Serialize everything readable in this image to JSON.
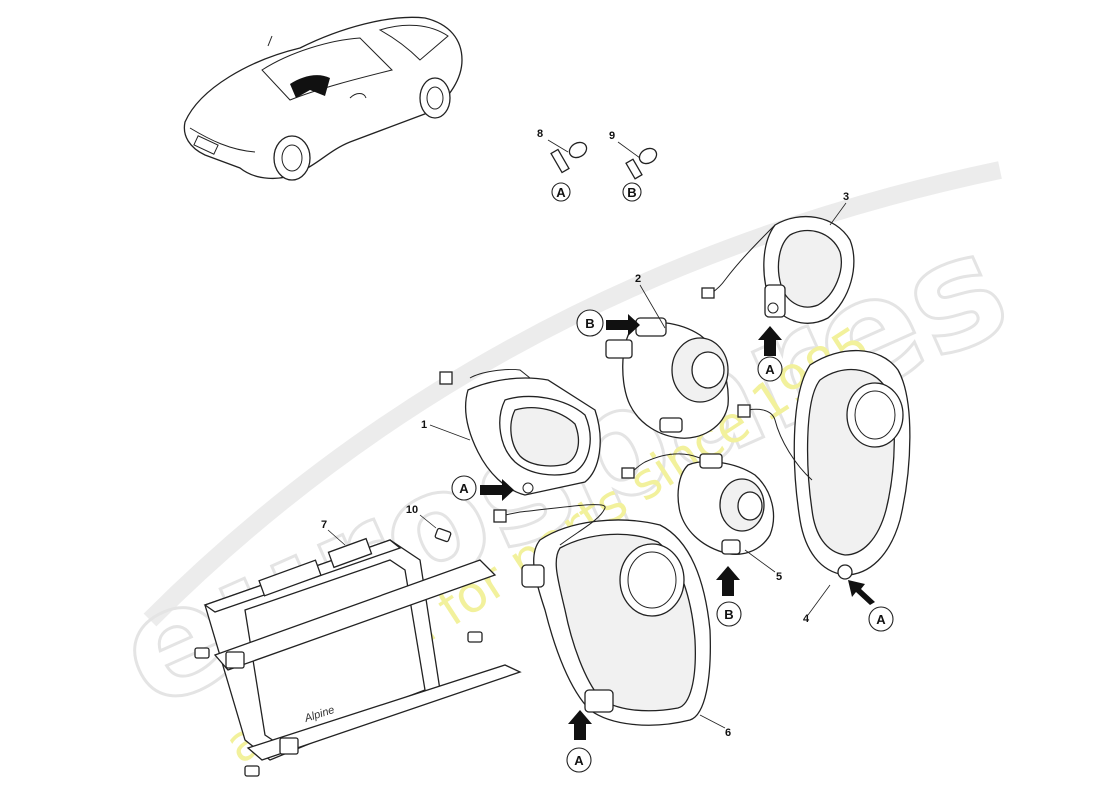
{
  "watermark": {
    "brand": "eurospares",
    "tagline": "a passion for parts since 1985"
  },
  "callouts": [
    {
      "id": "1",
      "label": "1"
    },
    {
      "id": "2",
      "label": "2"
    },
    {
      "id": "3",
      "label": "3"
    },
    {
      "id": "4",
      "label": "4"
    },
    {
      "id": "5",
      "label": "5"
    },
    {
      "id": "6",
      "label": "6"
    },
    {
      "id": "7",
      "label": "7"
    },
    {
      "id": "8",
      "label": "8"
    },
    {
      "id": "9",
      "label": "9"
    },
    {
      "id": "10",
      "label": "10"
    }
  ],
  "references": {
    "a": "A",
    "b": "B"
  },
  "amplifier_logo": "Alpine"
}
